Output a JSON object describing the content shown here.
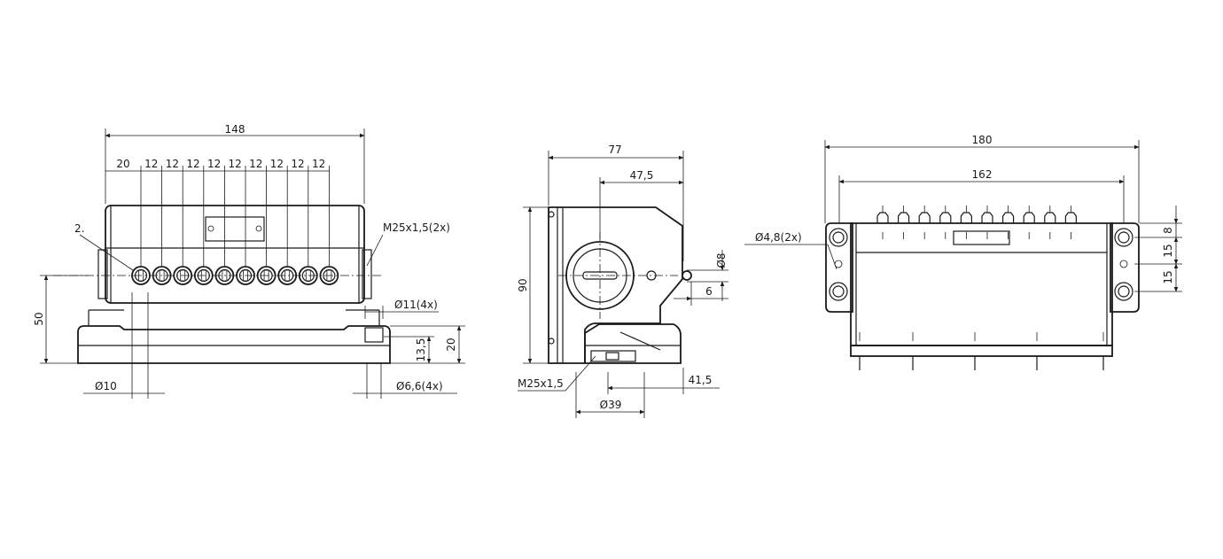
{
  "front_view": {
    "width": "148",
    "first_pitch": "20",
    "pitches": [
      "12",
      "12",
      "12",
      "12",
      "12",
      "12",
      "12",
      "12",
      "12"
    ],
    "height": "50",
    "base_height": "20",
    "hole_height": "13,5",
    "thread_label": "M25x1,5(2x)",
    "callout_2": "2.",
    "dia_11": "Ø11(4x)",
    "dia_10": "Ø10",
    "dia_6_6": "Ø6,6(4x)"
  },
  "side_view": {
    "depth": "77",
    "center_offset": "47,5",
    "height": "90",
    "dia_8": "Ø8",
    "dim_6": "6",
    "dim_41_5": "41,5",
    "dia_39": "Ø39",
    "thread_label": "M25x1,5"
  },
  "rear_view": {
    "width": "180",
    "hole_spacing": "162",
    "mount_holes": "Ø4,8(2x)",
    "dim_8": "8",
    "dim_15_a": "15",
    "dim_15_b": "15"
  },
  "colors": {
    "line": "#1a1a1a",
    "background": "#ffffff"
  }
}
